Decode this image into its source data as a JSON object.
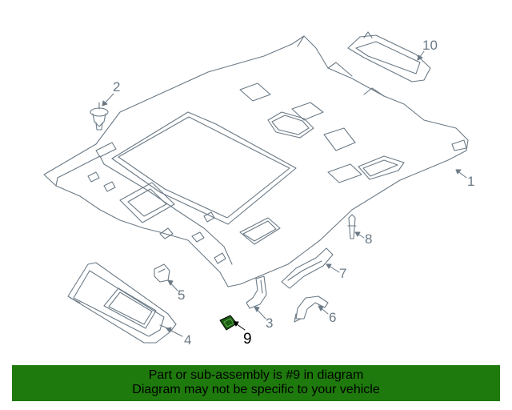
{
  "diagram": {
    "callouts": [
      {
        "id": "1",
        "label": "1"
      },
      {
        "id": "2",
        "label": "2"
      },
      {
        "id": "3",
        "label": "3"
      },
      {
        "id": "4",
        "label": "4"
      },
      {
        "id": "5",
        "label": "5"
      },
      {
        "id": "6",
        "label": "6"
      },
      {
        "id": "7",
        "label": "7"
      },
      {
        "id": "8",
        "label": "8"
      },
      {
        "id": "9",
        "label": "9"
      },
      {
        "id": "10",
        "label": "10"
      }
    ],
    "highlighted_part": "9"
  },
  "banner": {
    "line1": "Part or sub-assembly is #9 in diagram",
    "line2": "Diagram may not be specific to your vehicle",
    "color": "#1e7a0c"
  },
  "colors": {
    "line": "#6b7a86",
    "highlight_fill": "#1a5f10"
  }
}
